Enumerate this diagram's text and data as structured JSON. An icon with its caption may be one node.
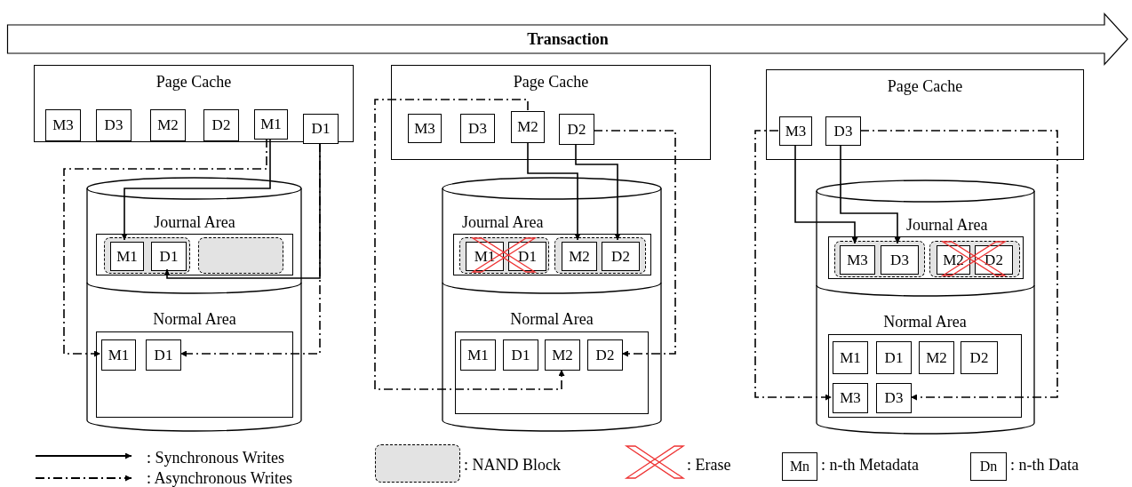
{
  "diagram": {
    "nodes": [
      {
        "text": [
          "Transaction"
        ]
      },
      {
        "text": [
          "Page Cache"
        ]
      },
      {
        "text": [
          "M3"
        ],
        "in": 1
      },
      {
        "text": [
          "D3"
        ],
        "in": 1
      },
      {
        "text": [
          "M2"
        ],
        "in": 1
      },
      {
        "text": [
          "D2"
        ],
        "in": 1
      },
      {
        "text": [
          "M1"
        ],
        "in": 1
      },
      {
        "text": [
          "D1"
        ],
        "in": 1
      },
      {
        "text": [],
        "shape": "cylinder"
      },
      {
        "text": [
          "Journal Area"
        ],
        "in": 8
      },
      {
        "text": [],
        "shape": "box",
        "in": 9
      },
      {
        "text": [
          "M1"
        ],
        "in": 10
      },
      {
        "text": [
          "D1"
        ],
        "in": 10
      },
      {
        "text": [],
        "shape": "box",
        "in": 9
      },
      {
        "text": [
          "Normal Area"
        ],
        "in": 8
      },
      {
        "text": [
          "M1"
        ],
        "in": 14
      },
      {
        "text": [
          "D1"
        ],
        "in": 14
      },
      {
        "text": [
          "Page Cache"
        ]
      },
      {
        "text": [
          "M3"
        ],
        "in": 17
      },
      {
        "text": [
          "D3"
        ],
        "in": 17
      },
      {
        "text": [
          "M2"
        ],
        "in": 17
      },
      {
        "text": [
          "D2"
        ],
        "in": 17
      },
      {
        "text": [],
        "shape": "cylinder"
      },
      {
        "text": [
          "Journal Area"
        ],
        "in": 22
      },
      {
        "text": [],
        "shape": "box",
        "in": 23
      },
      {
        "text": [
          "M1"
        ],
        "in": 24
      },
      {
        "text": [
          "D1"
        ],
        "in": 24
      },
      {
        "text": [],
        "shape": "box",
        "in": 23
      },
      {
        "text": [
          "M2"
        ],
        "in": 27
      },
      {
        "text": [
          "D2"
        ],
        "in": 27
      },
      {
        "text": [
          "Normal Area"
        ],
        "in": 22
      },
      {
        "text": [
          "M1"
        ],
        "in": 30
      },
      {
        "text": [
          "D1"
        ],
        "in": 30
      },
      {
        "text": [
          "M2"
        ],
        "in": 30
      },
      {
        "text": [
          "D2"
        ],
        "in": 30
      },
      {
        "text": [
          "Page Cache"
        ]
      },
      {
        "text": [
          "M3"
        ],
        "in": 35
      },
      {
        "text": [
          "D3"
        ],
        "in": 35
      },
      {
        "text": [],
        "shape": "cylinder"
      },
      {
        "text": [
          "Journal Area"
        ],
        "in": 38
      },
      {
        "text": [],
        "shape": "box",
        "in": 39
      },
      {
        "text": [
          "M3"
        ],
        "in": 40
      },
      {
        "text": [
          "D3"
        ],
        "in": 40
      },
      {
        "text": [],
        "shape": "box",
        "in": 39
      },
      {
        "text": [
          "M2"
        ],
        "in": 43
      },
      {
        "text": [
          "D2"
        ],
        "in": 43
      },
      {
        "text": [
          "Normal Area"
        ],
        "in": 38
      },
      {
        "text": [
          "M1"
        ],
        "in": 46
      },
      {
        "text": [
          "D1"
        ],
        "in": 46
      },
      {
        "text": [
          "M2"
        ],
        "in": 46
      },
      {
        "text": [
          "D2"
        ],
        "in": 46
      },
      {
        "text": [
          "M3"
        ],
        "in": 46
      },
      {
        "text": [
          "D3"
        ],
        "in": 46
      }
    ],
    "edges": [
      {
        "from": 6,
        "to": 11,
        "arrow": "to"
      },
      {
        "from": 7,
        "to": 12,
        "arrow": "to"
      },
      {
        "from": 6,
        "to": 15,
        "arrow": "to",
        "style": "dashed"
      },
      {
        "from": 7,
        "to": 16,
        "arrow": "to",
        "style": "dashed"
      },
      {
        "from": 20,
        "to": 28,
        "arrow": "to"
      },
      {
        "from": 21,
        "to": 29,
        "arrow": "to"
      },
      {
        "from": 20,
        "to": 33,
        "arrow": "to",
        "style": "dashed"
      },
      {
        "from": 21,
        "to": 34,
        "arrow": "to",
        "style": "dashed"
      },
      {
        "from": 36,
        "to": 41,
        "arrow": "to"
      },
      {
        "from": 37,
        "to": 42,
        "arrow": "to"
      },
      {
        "from": 36,
        "to": 51,
        "arrow": "to",
        "style": "dashed"
      },
      {
        "from": 37,
        "to": 52,
        "arrow": "to",
        "style": "dashed"
      }
    ],
    "labels": [
      "Mn",
      "Dn"
    ],
    "legend": [
      {
        "text": ": Synchronous Writes"
      },
      {
        "text": ": Asynchronous Writes"
      },
      {
        "text": ": NAND Block",
        "color": "#e3e3e3"
      },
      {
        "text": ": Erase"
      },
      {
        "text": ": n-th Metadata"
      },
      {
        "text": ": n-th Data"
      }
    ]
  }
}
